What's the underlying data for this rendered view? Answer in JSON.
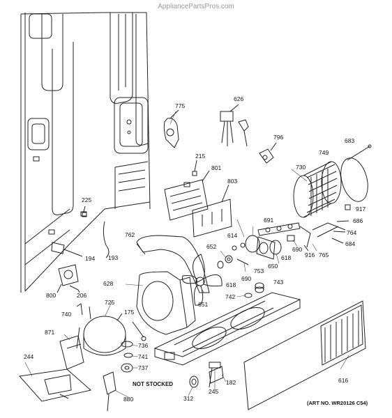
{
  "watermark": "AppliancePartsPros.com",
  "note": "NOT STOCKED",
  "art_number": "(ART NO. WR20126 C54)",
  "parts": [
    {
      "id": "p775",
      "label": "775"
    },
    {
      "id": "p626",
      "label": "626"
    },
    {
      "id": "p796",
      "label": "796"
    },
    {
      "id": "p683",
      "label": "683"
    },
    {
      "id": "p749",
      "label": "749"
    },
    {
      "id": "p730",
      "label": "730"
    },
    {
      "id": "p215",
      "label": "215"
    },
    {
      "id": "p801",
      "label": "801"
    },
    {
      "id": "p803",
      "label": "803"
    },
    {
      "id": "p225",
      "label": "225"
    },
    {
      "id": "p917",
      "label": "917"
    },
    {
      "id": "p691",
      "label": "691"
    },
    {
      "id": "p686",
      "label": "686"
    },
    {
      "id": "p764",
      "label": "764"
    },
    {
      "id": "p684",
      "label": "684"
    },
    {
      "id": "p614",
      "label": "614"
    },
    {
      "id": "p762",
      "label": "762"
    },
    {
      "id": "p652",
      "label": "652"
    },
    {
      "id": "p690a",
      "label": "690"
    },
    {
      "id": "p618a",
      "label": "618"
    },
    {
      "id": "p916",
      "label": "916"
    },
    {
      "id": "p765",
      "label": "765"
    },
    {
      "id": "p194",
      "label": "194"
    },
    {
      "id": "p193",
      "label": "193"
    },
    {
      "id": "p753",
      "label": "753"
    },
    {
      "id": "p650",
      "label": "650"
    },
    {
      "id": "p690b",
      "label": "690"
    },
    {
      "id": "p618b",
      "label": "618"
    },
    {
      "id": "p743",
      "label": "743"
    },
    {
      "id": "p628",
      "label": "628"
    },
    {
      "id": "p742",
      "label": "742"
    },
    {
      "id": "p651",
      "label": "651"
    },
    {
      "id": "p800",
      "label": "800"
    },
    {
      "id": "p206",
      "label": "206"
    },
    {
      "id": "p725",
      "label": "725"
    },
    {
      "id": "p740",
      "label": "740"
    },
    {
      "id": "p175",
      "label": "175"
    },
    {
      "id": "p871",
      "label": "871"
    },
    {
      "id": "p736",
      "label": "736"
    },
    {
      "id": "p741",
      "label": "741"
    },
    {
      "id": "p244",
      "label": "244"
    },
    {
      "id": "p737",
      "label": "737"
    },
    {
      "id": "p245",
      "label": "245"
    },
    {
      "id": "p182",
      "label": "182"
    },
    {
      "id": "p616",
      "label": "616"
    },
    {
      "id": "p312",
      "label": "312"
    },
    {
      "id": "p880",
      "label": "880"
    }
  ]
}
